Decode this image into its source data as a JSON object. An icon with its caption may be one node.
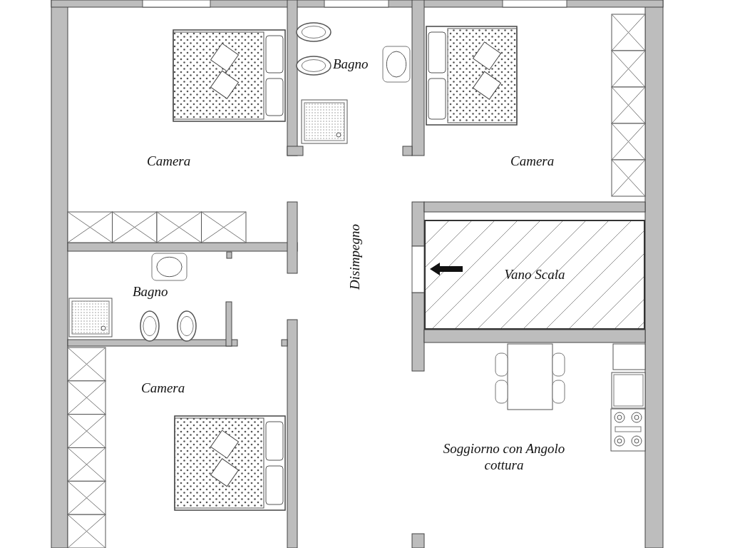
{
  "diagram": {
    "nodes": [
      {
        "text": [
          "Vano Scala"
        ]
      }
    ],
    "labels": [
      "Bagno",
      "Camera",
      "Camera",
      "Disimpegno",
      "Bagno",
      "Camera",
      "Soggiorno con Angolo cottura"
    ]
  }
}
